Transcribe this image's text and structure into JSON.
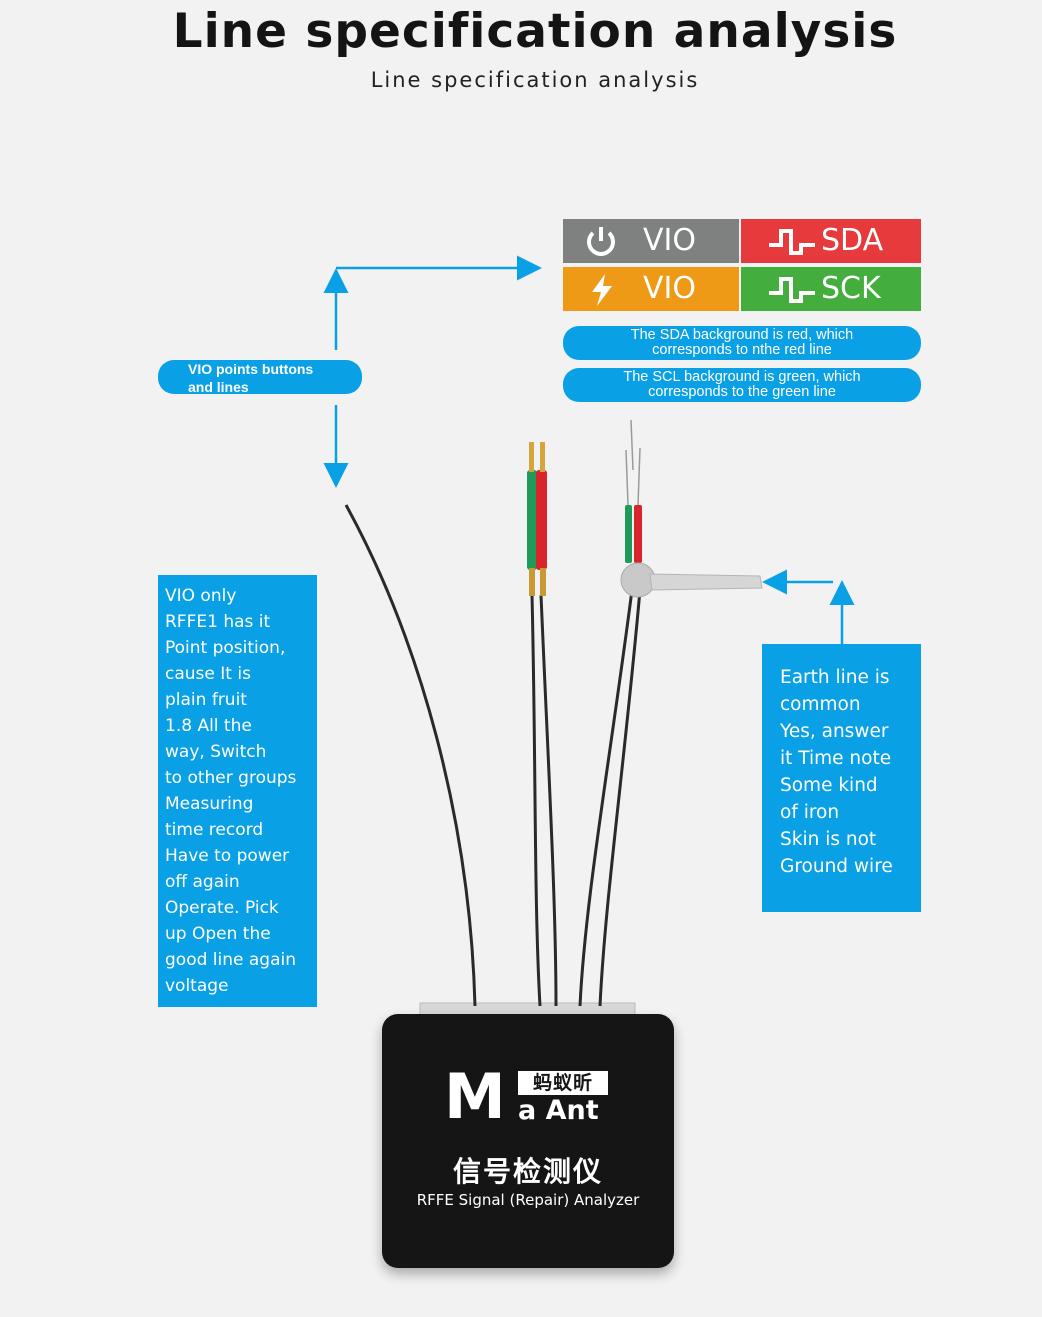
{
  "header": {
    "title": "Line specification analysis",
    "subtitle": "Line specification analysis"
  },
  "legend": {
    "cells": [
      {
        "label": "VIO",
        "icon": "power-icon",
        "color": "#7f8080"
      },
      {
        "label": "SDA",
        "icon": "signal-pulse-icon",
        "color": "#e63a3c"
      },
      {
        "label": "VIO",
        "icon": "lightning-icon",
        "color": "#ee9a16"
      },
      {
        "label": "SCK",
        "icon": "signal-pulse-icon",
        "color": "#43ad3e"
      }
    ]
  },
  "callouts": {
    "vio_points": [
      "VIO points buttons",
      "and lines"
    ],
    "sda_note": [
      "The SDA background is red, which",
      "corresponds to nthe red line"
    ],
    "scl_note": [
      "The SCL background is green, which",
      "corresponds to the green line"
    ]
  },
  "notes": {
    "left": [
      "VIO only",
      "RFFE1 has it",
      "Point position,",
      "cause It is",
      "plain fruit",
      "1.8 All the",
      "way, Switch",
      "to other groups",
      "Measuring",
      "time record",
      "Have to power",
      "off again",
      "Operate. Pick",
      "up Open the",
      "good line again",
      "voltage"
    ],
    "right": [
      "Earth line is",
      "common",
      "Yes, answer",
      "it Time note",
      "Some kind",
      "of iron",
      "Skin is not",
      "Ground wire"
    ]
  },
  "device": {
    "logo_letter": "M",
    "logo_cn": "蚂蚁昕",
    "logo_en": "a Ant",
    "name_cn": "信号检测仪",
    "name_en": "RFFE Signal (Repair) Analyzer"
  },
  "colors": {
    "accent_blue": "#0aa0e6",
    "device_body": "#151515",
    "probe_red": "#d8242a",
    "probe_green": "#1e9a5a"
  }
}
